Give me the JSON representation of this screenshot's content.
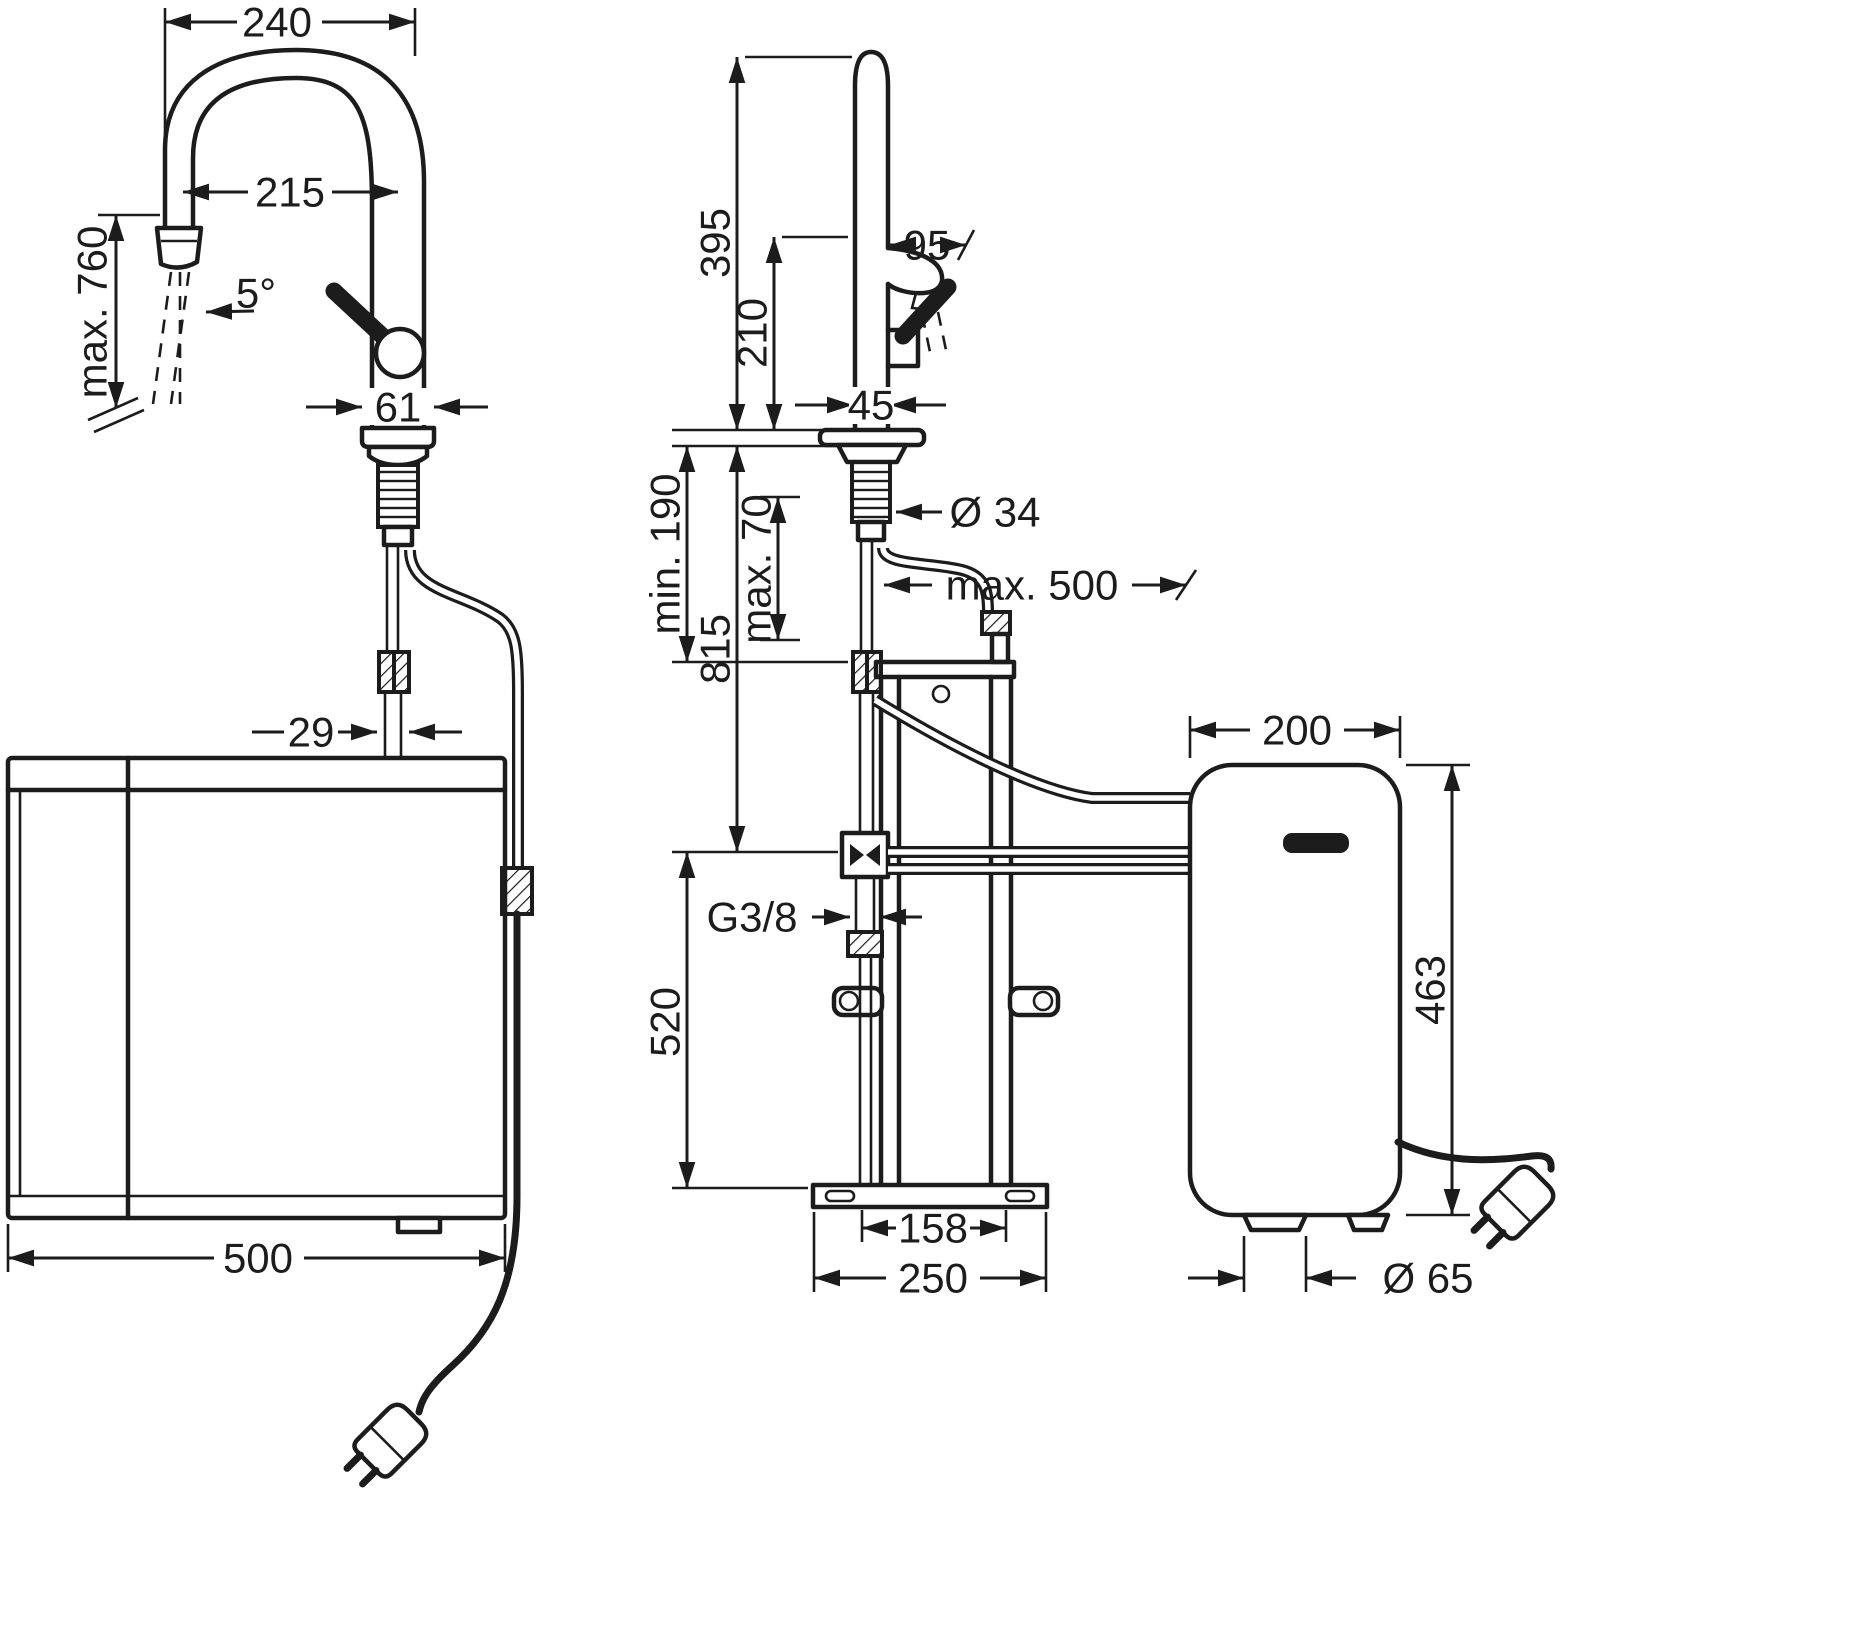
{
  "drawing": {
    "background": "#ffffff",
    "line_color": "#1c1c1c"
  },
  "front_view": {
    "labels": {
      "spout_width": "240",
      "spout_reach": "215",
      "max_pullout": "max. 760",
      "spray_angle": "5°",
      "body_width": "61",
      "shank_width": "29",
      "box_width": "500"
    }
  },
  "side_view": {
    "labels": {
      "spout_height": "395",
      "clearance_height": "210",
      "spout_offset": "95",
      "body_depth": "45",
      "hole_diameter": "Ø 34",
      "min_clearance": "min. 190",
      "total_drop": "815",
      "max_deck": "max. 70",
      "max_hose": "max. 500",
      "unit_depth": "200",
      "thread": "G3/8",
      "lower_drop": "520",
      "unit_height": "463",
      "frame_width": "158",
      "base_width": "250",
      "foot_diameter": "Ø 65"
    }
  }
}
